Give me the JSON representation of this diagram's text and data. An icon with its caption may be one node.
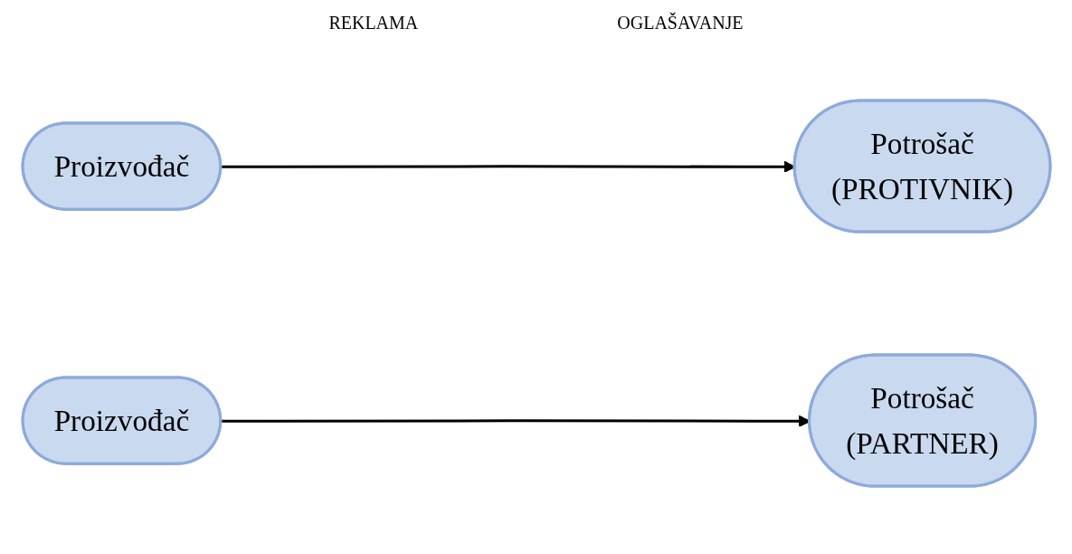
{
  "diagram": {
    "nodes": [
      {
        "text": [
          "Proizvođač"
        ]
      },
      {
        "text": [
          "Potrošač",
          "(PROTIVNIK)"
        ]
      },
      {
        "text": [
          "Proizvođač"
        ]
      },
      {
        "text": [
          "Potrošač",
          "(PARTNER)"
        ]
      }
    ],
    "edges": [
      {
        "from": 0,
        "to": 1,
        "arrow": "to"
      },
      {
        "from": 2,
        "to": 3,
        "arrow": "to"
      }
    ],
    "labels": [
      "REKLAMA",
      "OGLAŠAVANJE"
    ]
  }
}
